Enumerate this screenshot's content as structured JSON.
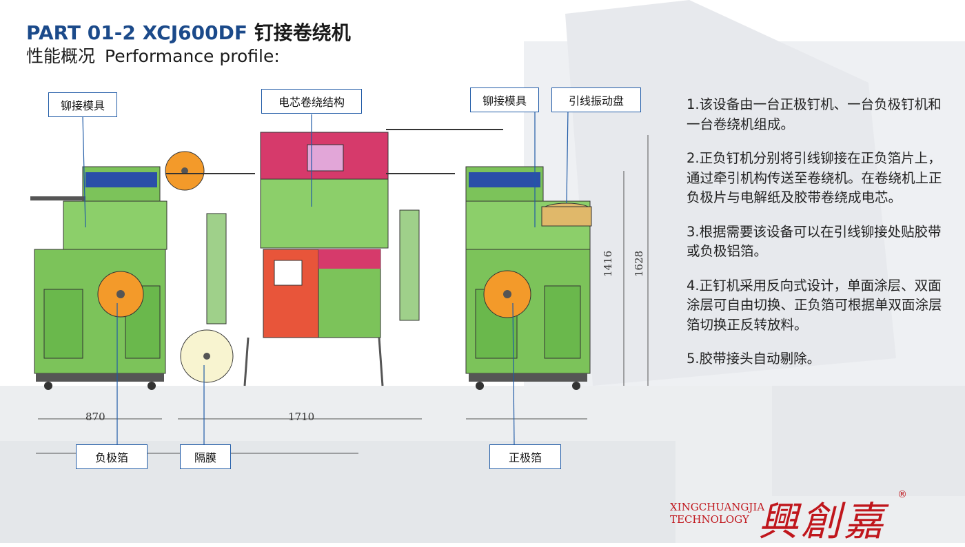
{
  "header": {
    "part": "PART 01-2",
    "model": "XCJ600DF",
    "name_cn": "钉接卷绕机",
    "subtitle_cn": "性能概况",
    "subtitle_en": "Performance profile:"
  },
  "labels": {
    "riveting_mold_left": "铆接模具",
    "core_winding": "电芯卷绕结构",
    "riveting_mold_right": "铆接模具",
    "lead_feeder": "引线振动盘",
    "negative_foil": "负极箔",
    "separator": "隔膜",
    "positive_foil": "正极箔"
  },
  "dimensions": {
    "left_width": "870",
    "center_width": "1710",
    "height_inner": "1416",
    "height_outer": "1628"
  },
  "description": [
    "1.该设备由一台正极钉机、一台负极钉机和一台卷绕机组成。",
    "2.正负钉机分别将引线铆接在正负箔片上，通过牵引机构传送至卷绕机。在卷绕机上正负极片与电解纸及胶带卷绕成电芯。",
    "3.根据需要该设备可以在引线铆接处贴胶带或负极铝箔。",
    "4.正钉机采用反向式设计，单面涂层、双面涂层可自由切换、正负箔可根据单双面涂层箔切换正反转放料。",
    "5.胶带接头自动剔除。"
  ],
  "logo": {
    "en_line1": "XINGCHUANGJIA",
    "en_line2": "TECHNOLOGY",
    "cn": "興創嘉",
    "registered": "®"
  },
  "colors": {
    "title_blue": "#1b4a8a",
    "machine_green": "#7cc35a",
    "reel_orange": "#f39a2a",
    "panel_blue": "#2a4fa8",
    "top_pink": "#d63a6b",
    "cabinet_red": "#e8553a",
    "label_border": "#1f5aa6",
    "logo_red": "#c0161c"
  }
}
